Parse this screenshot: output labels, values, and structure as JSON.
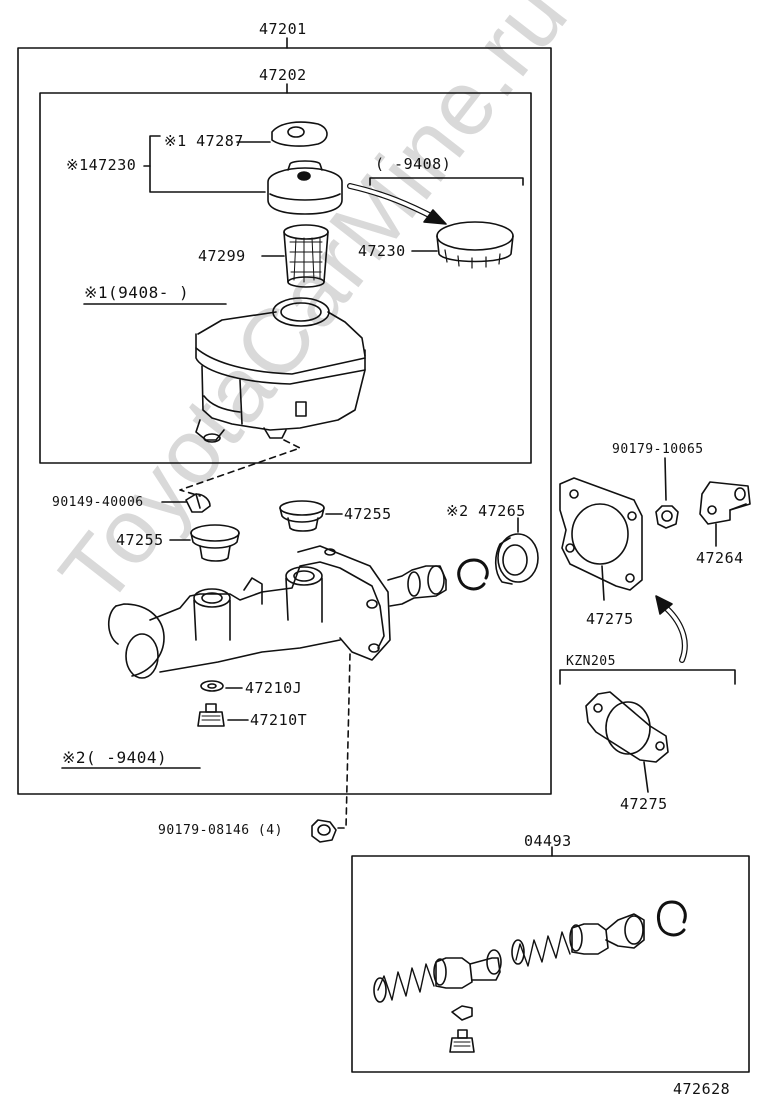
{
  "watermark": "ToyotaCarMine.ru",
  "groups": {
    "assembly": "47201",
    "reservoir": "47202",
    "kit": "04493"
  },
  "notes": {
    "note1": "※1(9408-      )",
    "note2": "※2(      -9404)",
    "cap_range": "(      -9408)",
    "kzn": "KZN205"
  },
  "labels": {
    "p47287": "※1 47287",
    "p147230": "※147230",
    "p47299": "47299",
    "p47230": "47230",
    "p90149": "90149-40006",
    "p47255a": "47255",
    "p47255b": "47255",
    "p47265": "※2 47265",
    "p47210j": "47210J",
    "p47210t": "47210T",
    "p90179a": "90179-10065",
    "p47264": "47264",
    "p47275a": "47275",
    "p47275b": "47275",
    "p90179b": "90179-08146 (4)",
    "p472628": "472628"
  }
}
